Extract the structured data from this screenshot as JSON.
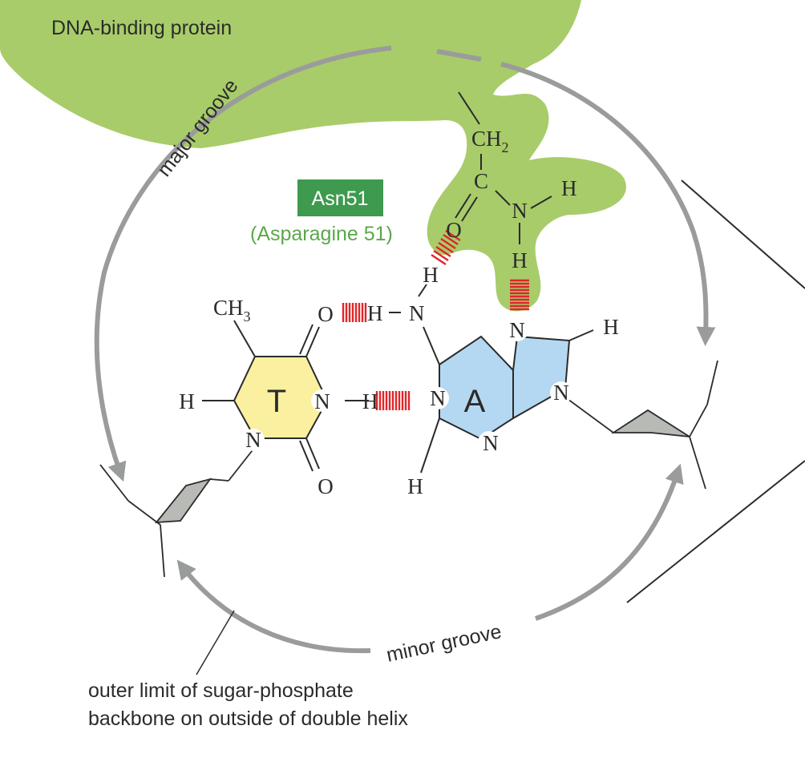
{
  "protein_label": "DNA-binding protein",
  "residue_badge": "Asn51",
  "residue_full": "(Asparagine 51)",
  "major_groove": "major groove",
  "minor_groove": "minor groove",
  "backbone_caption_line1": "outer limit of sugar-phosphate",
  "backbone_caption_line2": "backbone on outside of double helix",
  "base_T": "T",
  "base_A": "A",
  "atoms": {
    "ch2_c": "CH",
    "ch2_sub": "2",
    "carbonyl_c": "C",
    "amide_n": "N",
    "amide_h_right": "H",
    "amide_h_down": "H",
    "asn_o": "O",
    "ch3_c": "CH",
    "ch3_sub": "3",
    "t_o_top": "O",
    "t_o_bottom": "O",
    "t_h_left": "H",
    "t_n1": "N",
    "t_nh_n": "N",
    "t_nh_h": "H",
    "a_h_top": "H",
    "a_nh_h": "H",
    "a_nh_n": "N",
    "a_n1": "N",
    "a_n3": "N",
    "a_n7": "N",
    "a_n9": "N",
    "a_h8": "H",
    "a_h2": "H"
  },
  "colors": {
    "protein_green": "#a8cc6a",
    "badge_green": "#3e9a4e",
    "label_green": "#5aa84a",
    "thymine_yellow": "#fbf0a0",
    "adenine_blue": "#b4d8f2",
    "hbond_red": "#e0262a",
    "arrow_gray": "#9a9c9c"
  }
}
